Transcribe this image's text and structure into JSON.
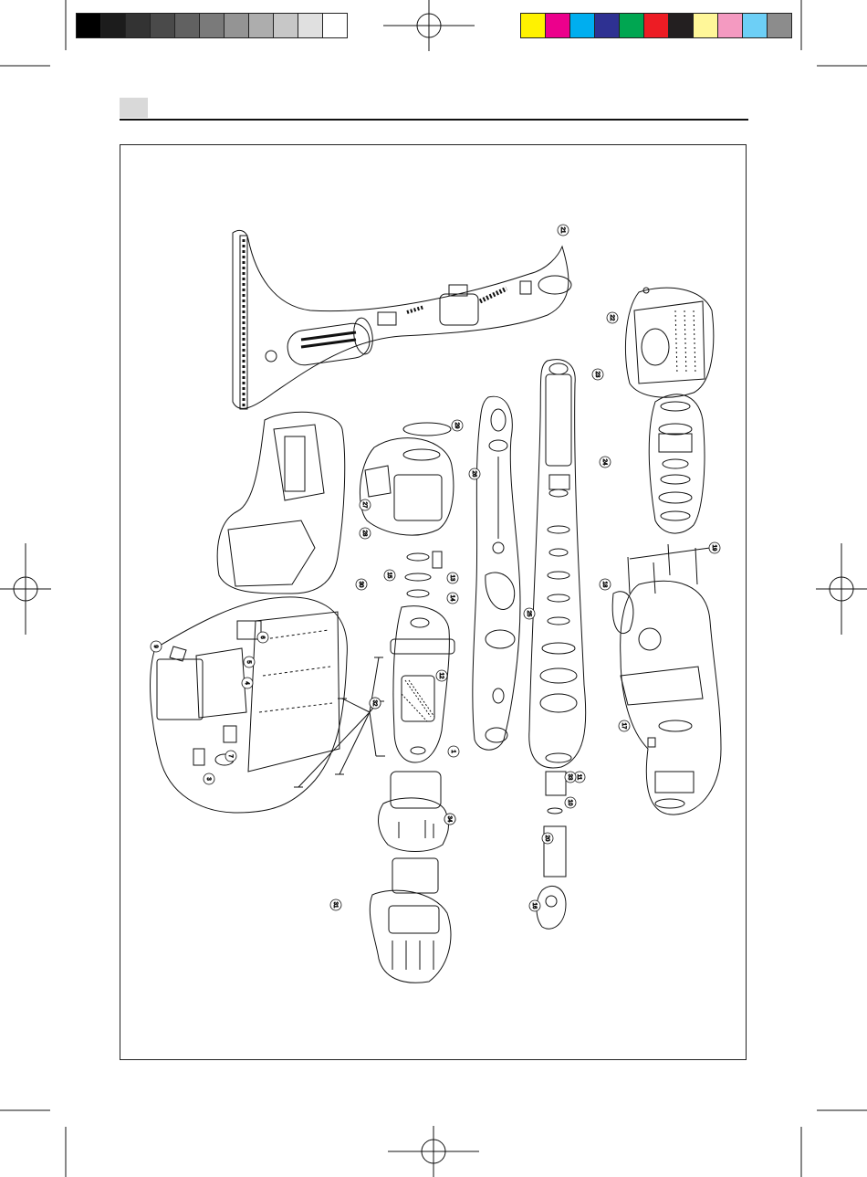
{
  "print_marks": {
    "grayscale_bar": [
      "#000000",
      "#1c1c1c",
      "#333333",
      "#4a4a4a",
      "#616161",
      "#7a7a7a",
      "#949494",
      "#adadad",
      "#c7c7c7",
      "#e0e0e0",
      "#ffffff"
    ],
    "color_bar": [
      "#fff200",
      "#ec008c",
      "#00aeef",
      "#2e3192",
      "#00a651",
      "#ed1c24",
      "#231f20",
      "#fff799",
      "#f49ac1",
      "#6dcff6",
      "#8c8c8c"
    ]
  },
  "header": {
    "page_number": ""
  },
  "diagram": {
    "callouts": [
      "1",
      "2",
      "3",
      "4",
      "5",
      "6",
      "7",
      "8",
      "9",
      "10",
      "11",
      "12",
      "13",
      "14",
      "15",
      "16",
      "17",
      "18",
      "19",
      "20",
      "21",
      "22",
      "23",
      "24",
      "25",
      "26",
      "27",
      "28",
      "29",
      "30",
      "31",
      "32",
      "33",
      "34"
    ]
  }
}
